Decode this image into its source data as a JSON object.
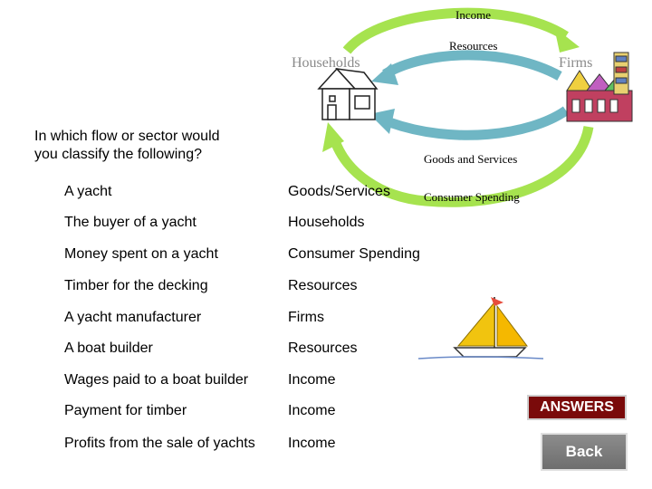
{
  "diagram": {
    "labels": {
      "income": "Income",
      "resources": "Resources",
      "households": "Households",
      "firms": "Firms",
      "goods_and_services": "Goods and Services",
      "consumer_spending": "Consumer Spending"
    }
  },
  "question": {
    "line1": "In which flow or sector would",
    "line2": "you classify the following?"
  },
  "rows": [
    {
      "item": "A yacht",
      "answer": "Goods/Services"
    },
    {
      "item": "The buyer of a yacht",
      "answer": "Households"
    },
    {
      "item": "Money spent on a yacht",
      "answer": "Consumer Spending"
    },
    {
      "item": "Timber for the decking",
      "answer": "Resources"
    },
    {
      "item": "A yacht manufacturer",
      "answer": "Firms"
    },
    {
      "item": "A boat builder",
      "answer": "Resources"
    },
    {
      "item": "Wages paid to a boat builder",
      "answer": "Income"
    },
    {
      "item": "Payment for timber",
      "answer": "Income"
    },
    {
      "item": "Profits from the sale of yachts",
      "answer": "Income"
    }
  ],
  "buttons": {
    "answers": "ANSWERS",
    "back": "Back"
  },
  "colors": {
    "outer_flow": "#a6e34f",
    "inner_flow": "#6fb6c4",
    "answers_bg": "#7a0a0a",
    "back_bg": "#7a7a7a"
  },
  "icons": [
    "house-icon",
    "factory-icon",
    "sailboat-icon"
  ]
}
